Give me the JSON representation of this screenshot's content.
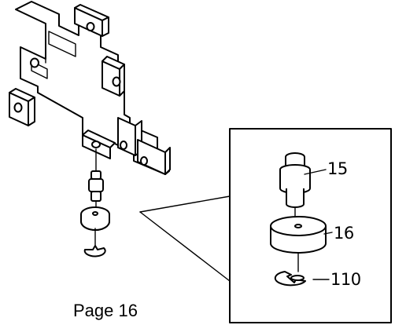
{
  "figure": {
    "callouts": {
      "part_15": "15",
      "part_16": "16",
      "part_110": "110"
    },
    "page_label": "Page 16"
  }
}
